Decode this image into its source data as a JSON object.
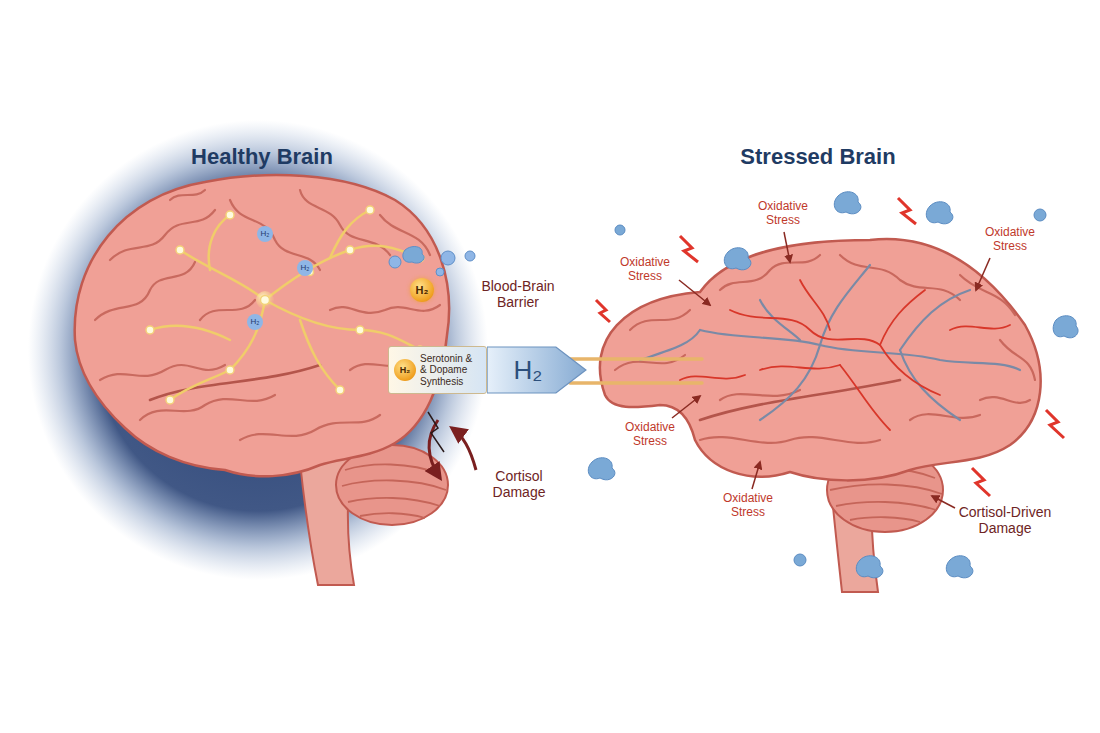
{
  "diagram": {
    "nodes": [
      {
        "text": [
          "H₂",
          "Serotonin & & Dopame Synthesis"
        ]
      },
      {
        "text": [
          "H₂"
        ]
      }
    ],
    "labels": [
      "Healthy Brain",
      "Stressed Brain",
      "Blood-Brain Barrier",
      "H₂",
      "H₂",
      "H₂",
      "H₂",
      "Cortisol Damage",
      "Oxidative Stress",
      "Oxidative Stress",
      "Oxidative Stress",
      "Oxidative Stress",
      "Oxidative Stress",
      "Cortisol-Driven Damage"
    ]
  }
}
